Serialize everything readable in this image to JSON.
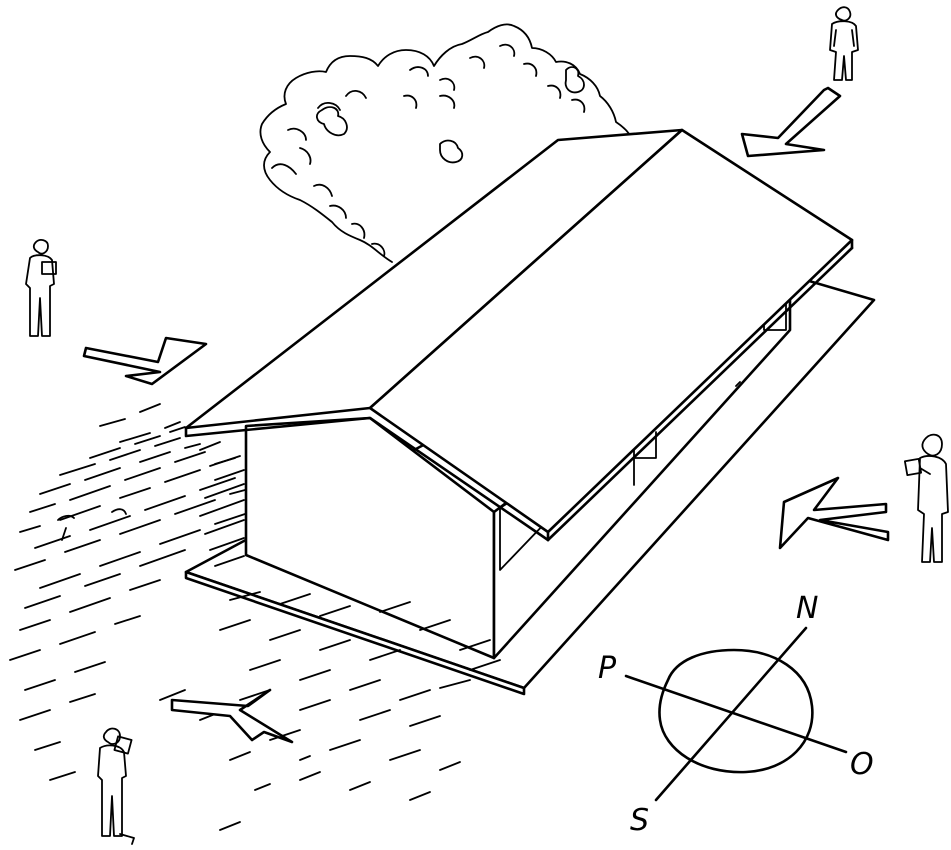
{
  "colors": {
    "ink": "#000000",
    "paper": "#ffffff"
  },
  "compass": {
    "north": "N",
    "south": "S",
    "east": "O",
    "west": "P"
  },
  "observers": [
    {
      "icon": "observer-figure-icon",
      "position_word": "top-right"
    },
    {
      "icon": "observer-figure-icon",
      "position_word": "left"
    },
    {
      "icon": "observer-figure-icon",
      "position_word": "right"
    },
    {
      "icon": "observer-figure-icon",
      "position_word": "bottom-left"
    }
  ],
  "view_arrows": [
    "from-north-east",
    "from-west",
    "from-east",
    "from-south-west"
  ]
}
